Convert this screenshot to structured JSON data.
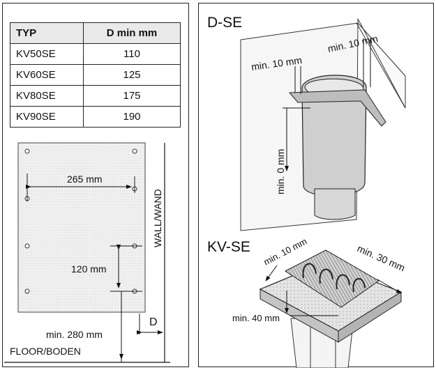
{
  "table": {
    "header": {
      "typ": "TYP",
      "dmin": "D min mm"
    },
    "rows": [
      {
        "model": "KV50SE",
        "d_min": "110"
      },
      {
        "model": "KV60SE",
        "d_min": "125"
      },
      {
        "model": "KV80SE",
        "d_min": "175"
      },
      {
        "model": "KV90SE",
        "d_min": "190"
      }
    ]
  },
  "plate_drawing": {
    "width_dim": "265 mm",
    "height_dim": "120 mm",
    "floor_dim": "min. 280 mm",
    "wall_label": "WALL/WAND",
    "floor_label": "FLOOR/BODEN",
    "d_label": "D"
  },
  "dse_drawing": {
    "title": "D-SE",
    "dim_top_left": "min. 10 mm",
    "dim_top_right": "min. 10 mm",
    "dim_side": "min. 0 mm"
  },
  "kvse_drawing": {
    "title": "KV-SE",
    "dim_top_left": "min. 10 mm",
    "dim_top_right": "min. 30 mm",
    "dim_bottom_left": "min. 40 mm"
  }
}
